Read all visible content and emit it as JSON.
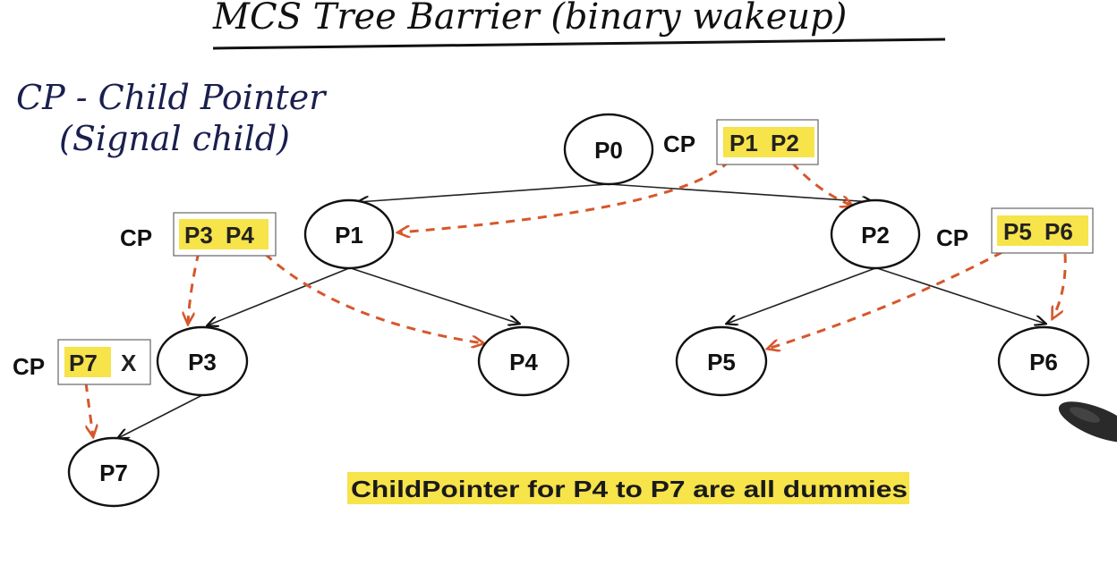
{
  "title": "MCS Tree Barrier (binary wakeup)",
  "legend": {
    "line1": "CP - Child Pointer",
    "line2": "(Signal child)"
  },
  "nodes": {
    "P0": "P0",
    "P1": "P1",
    "P2": "P2",
    "P3": "P3",
    "P4": "P4",
    "P5": "P5",
    "P6": "P6",
    "P7": "P7"
  },
  "child_pointers": {
    "P0": {
      "label": "CP",
      "entries": [
        "P1",
        "P2"
      ]
    },
    "P1": {
      "label": "CP",
      "entries": [
        "P3",
        "P4"
      ]
    },
    "P2": {
      "label": "CP",
      "entries": [
        "P5",
        "P6"
      ]
    },
    "P3": {
      "label": "CP",
      "entries": [
        "P7",
        "X"
      ]
    }
  },
  "note": "ChildPointer for P4 to P7 are all dummies",
  "colors": {
    "highlight": "#f7e34a",
    "signal_arrow": "#d6572c",
    "ink": "#1a1f4e",
    "tree_line": "#222222"
  }
}
